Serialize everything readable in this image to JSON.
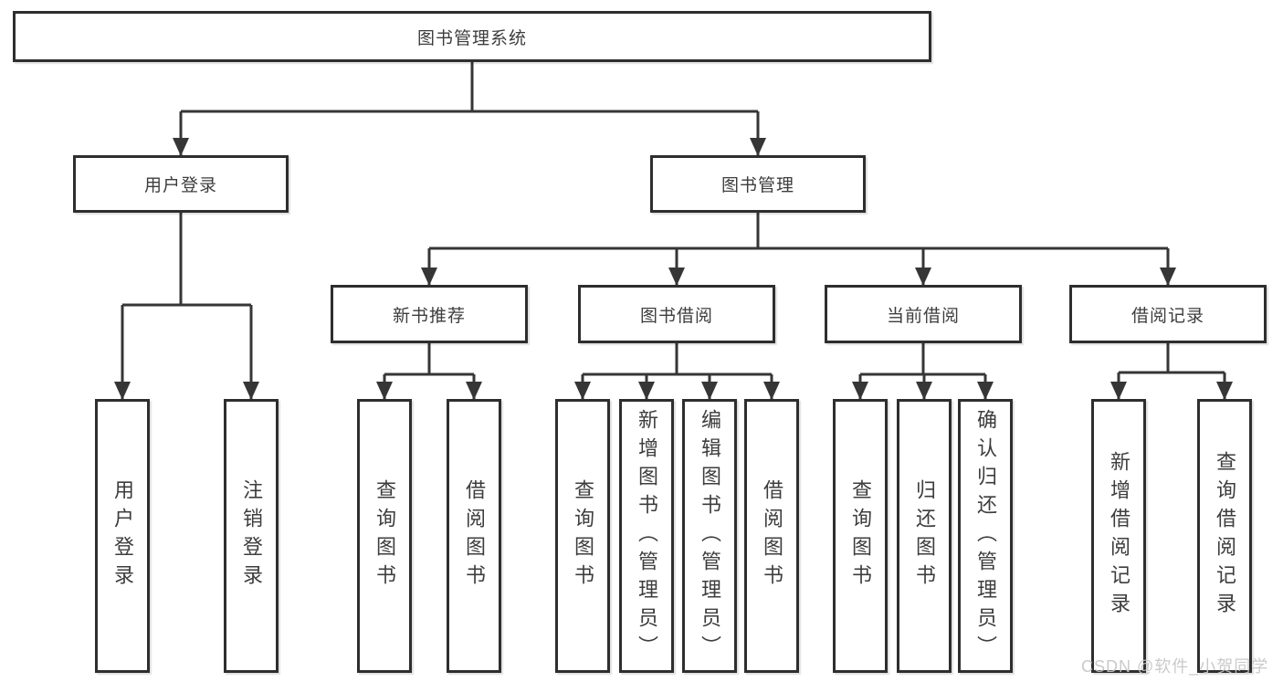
{
  "diagram": {
    "type": "tree",
    "root": {
      "label": "图书管理系统"
    },
    "level1": {
      "user_login": {
        "label": "用户登录"
      },
      "book_management": {
        "label": "图书管理"
      }
    },
    "level2": {
      "new_book_recommend": {
        "label": "新书推荐"
      },
      "book_borrow": {
        "label": "图书借阅"
      },
      "current_borrow": {
        "label": "当前借阅"
      },
      "borrow_records": {
        "label": "借阅记录"
      }
    },
    "leaves": {
      "user_login": {
        "login": {
          "label": "用户登录"
        },
        "logout": {
          "label": "注销登录"
        }
      },
      "new_book_recommend": {
        "query": {
          "label": "查询图书"
        },
        "borrow": {
          "label": "借阅图书"
        }
      },
      "book_borrow": {
        "query": {
          "label": "查询图书"
        },
        "add": {
          "label": "新增图书（管理员）"
        },
        "edit": {
          "label": "编辑图书（管理员）"
        },
        "borrow": {
          "label": "借阅图书"
        }
      },
      "current_borrow": {
        "query": {
          "label": "查询图书"
        },
        "return": {
          "label": "归还图书"
        },
        "confirm_return": {
          "label": "确认归还（管理员）"
        }
      },
      "borrow_records": {
        "add": {
          "label": "新增借阅记录"
        },
        "query": {
          "label": "查询借阅记录"
        }
      }
    },
    "watermark": "CSDN @软件_小贺同学",
    "colors": {
      "background": "#ffffff",
      "box_border": "#2e2e2e",
      "connector_line": "#363636",
      "text": "#3d3d3d",
      "watermark_text": "#c6c6c6"
    }
  }
}
